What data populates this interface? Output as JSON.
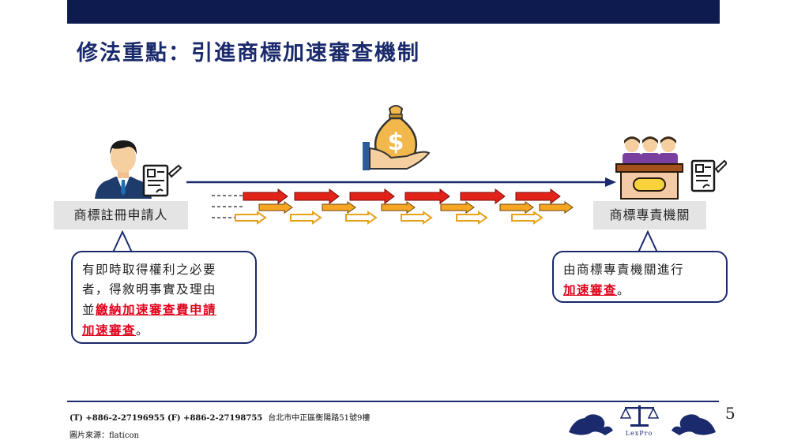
{
  "title": "修法重點：引進商標加速審查機制",
  "applicant": {
    "label": "商標註冊申請人"
  },
  "agency": {
    "label": "商標專責機關"
  },
  "bubble_left": {
    "line1": "有即時取得權利之必要",
    "line2": "者，得敘明事實及理由",
    "line3_prefix": "並",
    "line3_highlight": "繳納加速審查費申請",
    "line4_highlight": "加速審查",
    "line4_suffix": "。"
  },
  "bubble_right": {
    "line1": "由商標專責機關進行",
    "line2_highlight": "加速審查",
    "line2_suffix": "。"
  },
  "footer": {
    "contact": "(T) +886-2-27196955   (F) +886-2-27198755",
    "address": "台北市中正區衡陽路51號9樓",
    "source": "圖片來源：flaticon"
  },
  "logo_text": "LexPro",
  "page_number": "5",
  "colors": {
    "navy": "#0d1b4e",
    "highlight": "#e2001a",
    "arrow_red": "#e2231a",
    "arrow_orange": "#f6a623"
  }
}
